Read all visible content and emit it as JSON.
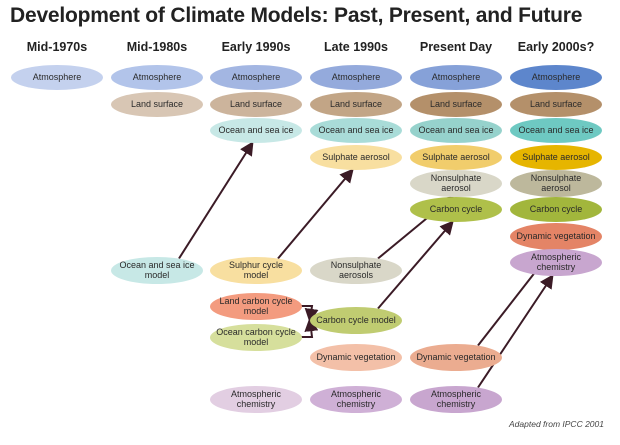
{
  "title": "Development of Climate Models: Past, Present, and Future",
  "columns": [
    "Mid-1970s",
    "Mid-1980s",
    "Early 1990s",
    "Late 1990s",
    "Present Day",
    "Early 2000s?"
  ],
  "caption": "Adapted from IPCC 2001",
  "colors": {
    "atmosphere": [
      "#c4d1ee",
      "#b2c4ea",
      "#a3b6e2",
      "#94aadc",
      "#86a1d8",
      "#5d86cc"
    ],
    "land": [
      "#d8c6b4",
      "#ccb49c",
      "#c2a586",
      "#b4906a"
    ],
    "ocean": [
      "#c7e8e6",
      "#a9dcd8",
      "#96d2cc",
      "#6ec9c2"
    ],
    "sulphate": [
      "#f8dfa0",
      "#f1cd6c",
      "#e6b500"
    ],
    "nonsulphate": [
      "#d9d7c8",
      "#c6c3ad",
      "#bdb89c"
    ],
    "carbon": [
      "#d6df9c",
      "#c0cc71",
      "#afc04a",
      "#a2b63c"
    ],
    "dynveg": [
      "#f3c0a8",
      "#ebac90",
      "#e48466"
    ],
    "chem": [
      "#e2cee2",
      "#cfb0d6",
      "#c8a6cf"
    ],
    "arrow": "#3b1b26"
  },
  "nodes": [
    {
      "id": "atm-1970",
      "label": "Atmosphere",
      "col": 0,
      "row": "atm",
      "color": "#c4d1ee"
    },
    {
      "id": "atm-1980",
      "label": "Atmosphere",
      "col": 1,
      "row": "atm",
      "color": "#b2c4ea"
    },
    {
      "id": "land-1980",
      "label": "Land surface",
      "col": 1,
      "row": "land",
      "color": "#d8c6b4"
    },
    {
      "id": "ocean-model-1980",
      "label": "Ocean and sea ice model",
      "col": 1,
      "row": "ocean-model",
      "color": "#c7e8e6"
    },
    {
      "id": "atm-1990",
      "label": "Atmosphere",
      "col": 2,
      "row": "atm",
      "color": "#a3b6e2"
    },
    {
      "id": "land-1990",
      "label": "Land surface",
      "col": 2,
      "row": "land",
      "color": "#ccb49c"
    },
    {
      "id": "ocean-1990",
      "label": "Ocean and sea ice",
      "col": 2,
      "row": "ocean",
      "color": "#c7e8e6"
    },
    {
      "id": "sulphur-model-1990",
      "label": "Sulphur cycle model",
      "col": 2,
      "row": "sulphur-model",
      "color": "#f8dfa0"
    },
    {
      "id": "land-carbon-1990",
      "label": "Land carbon cycle model",
      "col": 2,
      "row": "land-carbon",
      "color": "#f39b7f"
    },
    {
      "id": "ocean-carbon-1990",
      "label": "Ocean carbon cycle model",
      "col": 2,
      "row": "ocean-carbon",
      "color": "#d6df9c"
    },
    {
      "id": "chem-1990",
      "label": "Atmospheric chemistry",
      "col": 2,
      "row": "chem-bottom",
      "color": "#e2cee2"
    },
    {
      "id": "atm-late90",
      "label": "Atmosphere",
      "col": 3,
      "row": "atm",
      "color": "#94aadc"
    },
    {
      "id": "land-late90",
      "label": "Land surface",
      "col": 3,
      "row": "land",
      "color": "#c2a586"
    },
    {
      "id": "ocean-late90",
      "label": "Ocean and sea ice",
      "col": 3,
      "row": "ocean",
      "color": "#a9dcd8"
    },
    {
      "id": "sulphate-late90",
      "label": "Sulphate aerosol",
      "col": 3,
      "row": "sulphate",
      "color": "#f8dfa0"
    },
    {
      "id": "nonsulphate-model-late90",
      "label": "Nonsulphate aerosols",
      "col": 3,
      "row": "sulphur-model",
      "color": "#d9d7c8"
    },
    {
      "id": "carbon-model-late90",
      "label": "Carbon cycle model",
      "col": 3,
      "row": "carbon-model",
      "color": "#c0cc71"
    },
    {
      "id": "dynveg-model-late90",
      "label": "Dynamic vegetation",
      "col": 3,
      "row": "dynveg-model",
      "color": "#f3c0a8"
    },
    {
      "id": "chem-late90",
      "label": "Atmospheric chemistry",
      "col": 3,
      "row": "chem-bottom",
      "color": "#cfb0d6"
    },
    {
      "id": "atm-present",
      "label": "Atmosphere",
      "col": 4,
      "row": "atm",
      "color": "#86a1d8"
    },
    {
      "id": "land-present",
      "label": "Land surface",
      "col": 4,
      "row": "land",
      "color": "#b4906a"
    },
    {
      "id": "ocean-present",
      "label": "Ocean and sea ice",
      "col": 4,
      "row": "ocean",
      "color": "#96d2cc"
    },
    {
      "id": "sulphate-present",
      "label": "Sulphate aerosol",
      "col": 4,
      "row": "sulphate",
      "color": "#f1cd6c"
    },
    {
      "id": "nonsulphate-present",
      "label": "Nonsulphate aerosol",
      "col": 4,
      "row": "nonsulphate",
      "color": "#d9d7c8"
    },
    {
      "id": "carbon-present",
      "label": "Carbon cycle",
      "col": 4,
      "row": "carbon",
      "color": "#afc04a"
    },
    {
      "id": "dynveg-model-present",
      "label": "Dynamic vegetation",
      "col": 4,
      "row": "dynveg-model",
      "color": "#ebac90"
    },
    {
      "id": "chem-present",
      "label": "Atmospheric chemistry",
      "col": 4,
      "row": "chem-bottom",
      "color": "#c8a6cf"
    },
    {
      "id": "atm-future",
      "label": "Atmosphere",
      "col": 5,
      "row": "atm",
      "color": "#5d86cc"
    },
    {
      "id": "land-future",
      "label": "Land surface",
      "col": 5,
      "row": "land",
      "color": "#b4906a"
    },
    {
      "id": "ocean-future",
      "label": "Ocean and sea ice",
      "col": 5,
      "row": "ocean",
      "color": "#6ec9c2"
    },
    {
      "id": "sulphate-future",
      "label": "Sulphate aerosol",
      "col": 5,
      "row": "sulphate",
      "color": "#e6b500"
    },
    {
      "id": "nonsulphate-future",
      "label": "Nonsulphate aerosol",
      "col": 5,
      "row": "nonsulphate",
      "color": "#bdb89c"
    },
    {
      "id": "carbon-future",
      "label": "Carbon cycle",
      "col": 5,
      "row": "carbon",
      "color": "#a2b63c"
    },
    {
      "id": "dynveg-future",
      "label": "Dynamic vegetation",
      "col": 5,
      "row": "dynveg",
      "color": "#e48466"
    },
    {
      "id": "chem-future",
      "label": "Atmospheric chemistry",
      "col": 5,
      "row": "chem",
      "color": "#c8a6cf"
    }
  ],
  "edges": [
    {
      "from": "ocean-model-1980",
      "to": "ocean-1990"
    },
    {
      "from": "sulphur-model-1990",
      "to": "sulphate-late90"
    },
    {
      "from": "land-carbon-1990",
      "to": "carbon-model-late90"
    },
    {
      "from": "ocean-carbon-1990",
      "to": "carbon-model-late90"
    },
    {
      "from": "nonsulphate-model-late90",
      "to": "nonsulphate-present"
    },
    {
      "from": "carbon-model-late90",
      "to": "carbon-present"
    },
    {
      "from": "dynveg-model-present",
      "to": "dynveg-future"
    },
    {
      "from": "chem-present",
      "to": "chem-future"
    }
  ]
}
